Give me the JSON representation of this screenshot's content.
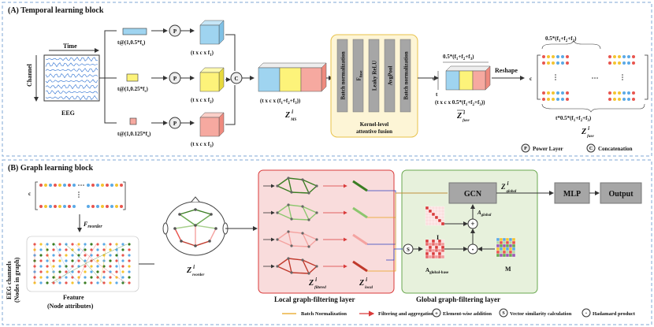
{
  "panelA": {
    "title": "(A) Temporal learning block",
    "eeg_time_label": "Time",
    "eeg_channel_label": "Channel",
    "eeg_label": "EEG",
    "kernel1": "t@(1,0.5*f",
    "kernel1_sub": "s",
    "kernel1_tail": ")",
    "kernel2": "t@(1,0.25*f",
    "kernel2_sub": "s",
    "kernel2_tail": ")",
    "kernel3": "t@(1,0.125*f",
    "kernel3_sub": "s",
    "kernel3_tail": ")",
    "p_symbol": "P",
    "c_symbol": "C",
    "cube1_label": "(t x c x f",
    "cube1_sub": "1",
    "cube2_label": "(t x c x f",
    "cube2_sub": "2",
    "cube3_label": "(t x c x f",
    "cube3_sub": "3",
    "concat_label": "(t x c x (f",
    "concat_label_mid1": "+f",
    "concat_label_mid2": "+f",
    "concat_sub1": "1",
    "concat_sub2": "2",
    "concat_sub3": "3",
    "z_ms": "Z",
    "z_ms_sup": "i",
    "z_ms_sub": "MS",
    "fusion_layers": [
      "Batch normalization",
      "F",
      "Leaky ReLU",
      "AvgPool",
      "Batch normalization"
    ],
    "fusion_F_sub": "fuse",
    "fusion_caption_line1": "Kernel-level",
    "fusion_caption_line2": "attentive fusion",
    "fused_top_label": "0.5*(f",
    "fused_top_mid": "+f",
    "fused_top_mid2": "+f",
    "fused_top_tail": ")",
    "fused_c": "c",
    "fused_t": "t",
    "fused_bottom_label": "(t x c x 0.5*(f",
    "zbar_fuse": "Z",
    "zbar_fuse_sup": "i",
    "zbar_fuse_sub": "fuse",
    "reshape_label": "Reshape",
    "reshaped_top": "0.5*(f",
    "reshaped_c": "c",
    "reshaped_bottom": "t*0.5*(f",
    "z_fuse": "Z",
    "z_fuse_sup": "i",
    "z_fuse_sub": "fuse",
    "legend_p": "Power Layer",
    "legend_c": "Concatenation"
  },
  "panelB": {
    "title": "(B) Graph learning block",
    "c_label": "c",
    "f_reorder": "F",
    "f_reorder_sub": "reorder",
    "channels_label_line1": "EEG channels",
    "channels_label_line2": "(Nodes in graph)",
    "feature_line1": "Feature",
    "feature_line2": "(Node attributes)",
    "z_reorder": "Z",
    "z_reorder_sup": "i",
    "z_reorder_sub": "reorder",
    "z_filtered": "Z",
    "z_filtered_sup": "i",
    "z_filtered_sub": "filtered",
    "z_local": "Z",
    "z_local_sup": "i",
    "z_local_sub": "local",
    "local_caption": "Local graph-filtering layer",
    "gcn_label": "GCN",
    "z_global": "Z",
    "z_global_sup": "i",
    "z_global_sub": "global",
    "mlp_label": "MLP",
    "output_label": "Output",
    "a_global": "A",
    "a_global_sub": "global",
    "i_label": "I",
    "a_global_base": "A",
    "a_global_base_sub": "global-base",
    "m_label": "M",
    "s_symbol": "S",
    "plus_symbol": "+",
    "dot_symbol": "·",
    "global_caption": "Global graph-filtering layer",
    "legend_bn": "Batch Normalization",
    "legend_fa": "Filtering and aggregation",
    "legend_add": "Element-wise addition",
    "legend_sim": "Vector similarity calculation",
    "legend_had": "Hadamard product"
  },
  "colors": {
    "blue_cube": "#9fd4f0",
    "yellow_cube": "#fdf37a",
    "red_cube": "#f6a9a0",
    "fusion_box": "#fdf5d6",
    "fusion_border": "#e8c24a",
    "local_box": "#f9dcdc",
    "local_border": "#d93a3a",
    "global_box": "#e7f1dc",
    "global_border": "#6aa84f",
    "gray_block": "#a6a6a6",
    "caption_red": "#c0392b",
    "caption_green": "#3a7d22",
    "caption_orange": "#c77c00"
  }
}
